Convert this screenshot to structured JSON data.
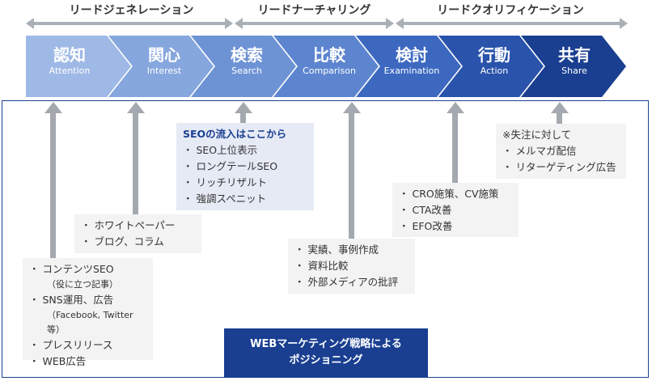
{
  "colors": {
    "chevrons": [
      "#9fb9e6",
      "#86a6de",
      "#6e93d5",
      "#5d85cf",
      "#3c68c0",
      "#2a53ac",
      "#1a3f91"
    ],
    "primary": "#1a3f91",
    "connector": "#a4a9b0",
    "note_bg": "#f3f3f3",
    "note_blue_bg": "#e6eaf5"
  },
  "phases": [
    {
      "label": "リードジェネレーション"
    },
    {
      "label": "リードナーチャリング"
    },
    {
      "label": "リードクオリフィケーション"
    }
  ],
  "stages": [
    {
      "jp": "認知",
      "en": "Attention"
    },
    {
      "jp": "関心",
      "en": "Interest"
    },
    {
      "jp": "検索",
      "en": "Search"
    },
    {
      "jp": "比較",
      "en": "Comparison"
    },
    {
      "jp": "検討",
      "en": "Examination"
    },
    {
      "jp": "行動",
      "en": "Action"
    },
    {
      "jp": "共有",
      "en": "Share"
    }
  ],
  "notes": {
    "attention": {
      "items": [
        "・ コンテンツSEO",
        "（役に立つ記事）",
        "・ SNS運用、広告",
        "（Facebook, Twitter 等）",
        "・ プレスリリース",
        "・ WEB広告"
      ]
    },
    "interest": {
      "items": [
        "・ ホワイトペーパー",
        "・ ブログ、コラム"
      ]
    },
    "search": {
      "heading": "SEOの流入はここから",
      "items": [
        "・ SEO上位表示",
        "・ ロングテールSEO",
        "・ リッチリザルト",
        "・ 強調スペニット"
      ]
    },
    "comparison": {
      "items": [
        "・ 実績、事例作成",
        "・ 資料比較",
        "・ 外部メディアの批評"
      ]
    },
    "action": {
      "items": [
        "・ CRO施策、CV施策",
        "・ CTA改善",
        "・ EFO改善"
      ]
    },
    "share": {
      "items": [
        "※失注に対して",
        "・ メルマガ配信",
        "・ リターゲティング広告"
      ]
    }
  },
  "center_label": [
    "WEBマーケティング戦略による",
    "ポジショニング"
  ]
}
